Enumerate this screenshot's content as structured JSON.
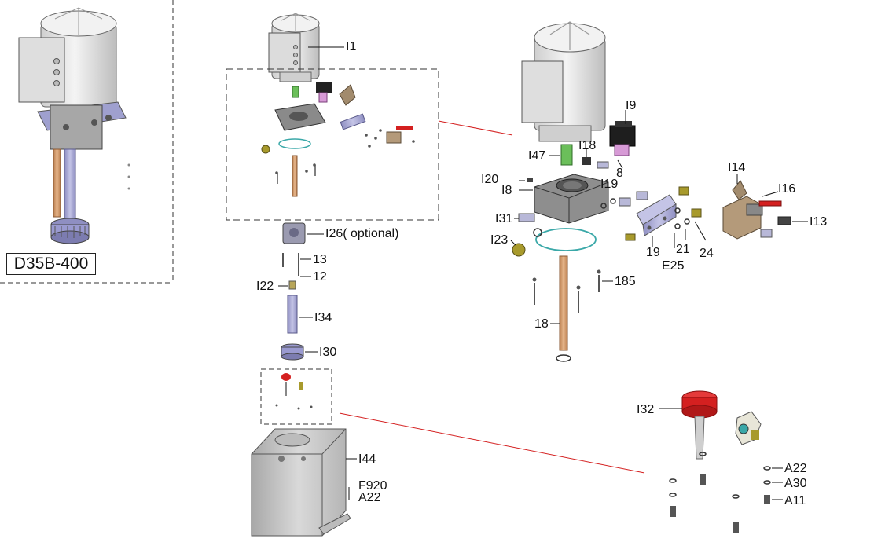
{
  "model": "D35B-400",
  "colors": {
    "leader": "#111111",
    "zoom_line": "#d42020",
    "dash": "#333333",
    "motor": "#e8e8e8",
    "motor_shade": "#c9c9c9",
    "block": "#a6a6a6",
    "block_dark": "#5e5e5e",
    "manifold": "#a8a8d6",
    "copper": "#d9a477",
    "oring": "#3aa8a8",
    "valve_red": "#d42020",
    "green": "#6bbf5a",
    "pink": "#d79ad6",
    "olive": "#a89a2c",
    "tank": "#cfcfcf",
    "tank_dark": "#9a9a9a"
  },
  "labels": {
    "I1": "I1",
    "I26": "I26( optional)",
    "c13": "13",
    "c12": "12",
    "I22": "I22",
    "I34": "I34",
    "I30": "I30",
    "I44": "I44",
    "F920": "F920",
    "A22_tank": "A22",
    "I9": "I9",
    "I18": "I18",
    "I47": "I47",
    "c8": "8",
    "I19": "I19",
    "I20": "I20",
    "I8": "I8",
    "I14": "I14",
    "I16": "I16",
    "I31": "I31",
    "I13": "I13",
    "I23": "I23",
    "c19": "19",
    "c21": "21",
    "c24": "24",
    "E25": "E25",
    "c185": "185",
    "c18": "18",
    "I32": "I32",
    "A22": "A22",
    "A30": "A30",
    "A11": "A11"
  }
}
